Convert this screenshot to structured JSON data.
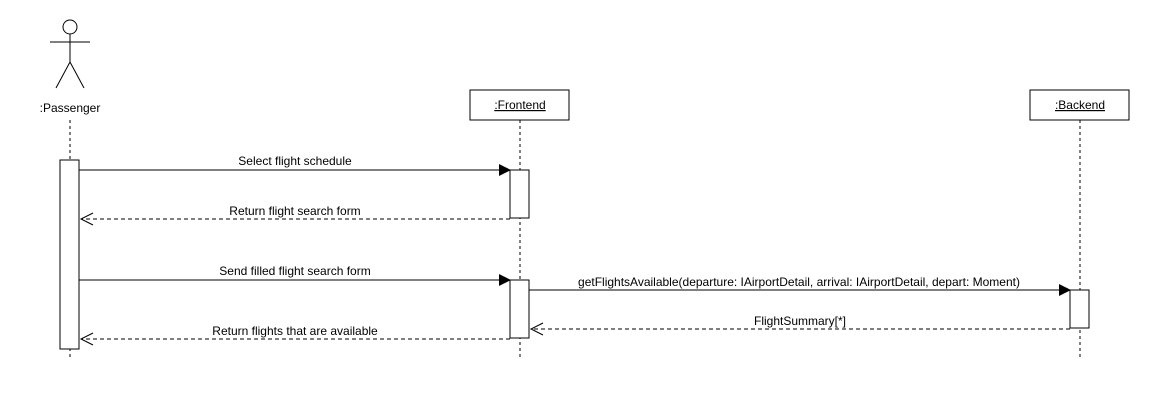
{
  "participants": {
    "passenger": {
      "label": ":Passenger",
      "kind": "actor"
    },
    "frontend": {
      "label": ":Frontend",
      "kind": "object"
    },
    "backend": {
      "label": ":Backend",
      "kind": "object"
    }
  },
  "messages": [
    {
      "label": "Select flight schedule",
      "type": "sync"
    },
    {
      "label": "Return flight search form",
      "type": "return"
    },
    {
      "label": "Send filled flight search form",
      "type": "sync"
    },
    {
      "label": "getFlightsAvailable(departure: IAirportDetail, arrival: IAirportDetail, depart: Moment)",
      "type": "sync"
    },
    {
      "label": "FlightSummary[*]",
      "type": "return"
    },
    {
      "label": "Return flights that are available",
      "type": "return"
    }
  ]
}
